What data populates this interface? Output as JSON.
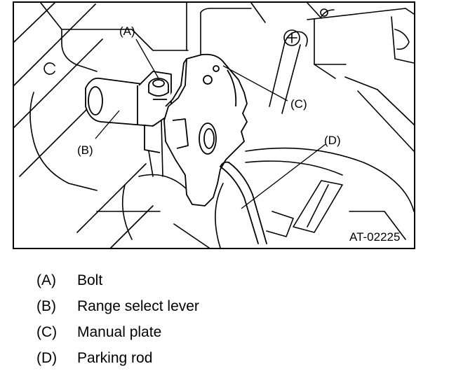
{
  "figure": {
    "code": "AT-02225",
    "callouts": {
      "a": "(A)",
      "b": "(B)",
      "c": "(C)",
      "d": "(D)"
    }
  },
  "legend": [
    {
      "key": "(A)",
      "label": "Bolt"
    },
    {
      "key": "(B)",
      "label": "Range select lever"
    },
    {
      "key": "(C)",
      "label": "Manual plate"
    },
    {
      "key": "(D)",
      "label": "Parking rod"
    }
  ]
}
